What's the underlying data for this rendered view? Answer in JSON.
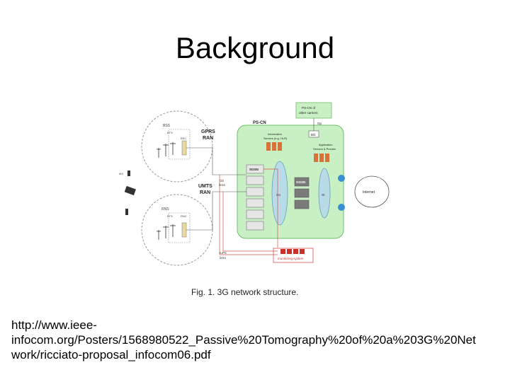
{
  "slide": {
    "title": "Background",
    "url_lines": [
      "http://www.ieee-",
      "infocom.org/Posters/1568980522_Passive%20Tomography%20of%20a%203G%20Net",
      "work/ricciato-proposal_infocom06.pdf"
    ]
  },
  "figure": {
    "caption": "Fig. 1.   3G network structure.",
    "labels": {
      "ps_cn": "PS-CN",
      "ps_cn_other_1": "PS-CN of",
      "ps_cn_other_2": "other carriers",
      "gp": "Gp",
      "bg": "BG",
      "info_servers_1": "Information",
      "info_servers_2": "Servers (e.g. HLR)",
      "app_servers_1": "Application",
      "app_servers_2": "Servers & Proxies",
      "gprs_ran_1": "GPRS",
      "gprs_ran_2": "RAN",
      "umts_ran_1": "UMTS",
      "umts_ran_2": "RAN",
      "bss": "BSS",
      "bts": "BTS",
      "bsc": "BSC",
      "rns": "RNS",
      "bts2": "BTS",
      "rnc": "RNC",
      "ms": "MS",
      "sgsn": "SGSN",
      "ggsn": "GGSN",
      "gn": "Gn",
      "gi": "Gi",
      "gb_1": "Gb",
      "gb_2": "links",
      "iups_1": "IuPS",
      "iups_2": "links",
      "internet": "Internet",
      "monitoring": "monitoring system"
    }
  },
  "colors": {
    "pscn_fill": "#c8f0c4",
    "pscn_stroke": "#6fbf6a",
    "ellipse_fill": "#b9dbe8",
    "server_fill": "#d9713a",
    "monitor_stroke": "#d9534f",
    "router_fill": "#3a8fd0"
  }
}
